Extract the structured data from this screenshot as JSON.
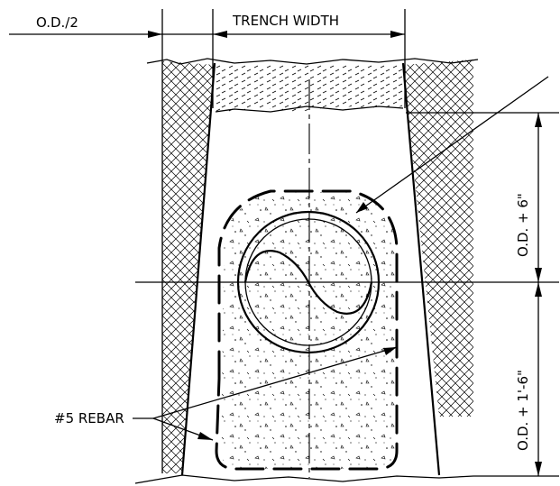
{
  "labels": {
    "od_half": "O.D./2",
    "trench_width": "TRENCH WIDTH",
    "od_plus_6": "O.D. + 6\"",
    "od_plus_1_6": "O.D. + 1'-6\"",
    "rebar": "#5 REBAR"
  }
}
